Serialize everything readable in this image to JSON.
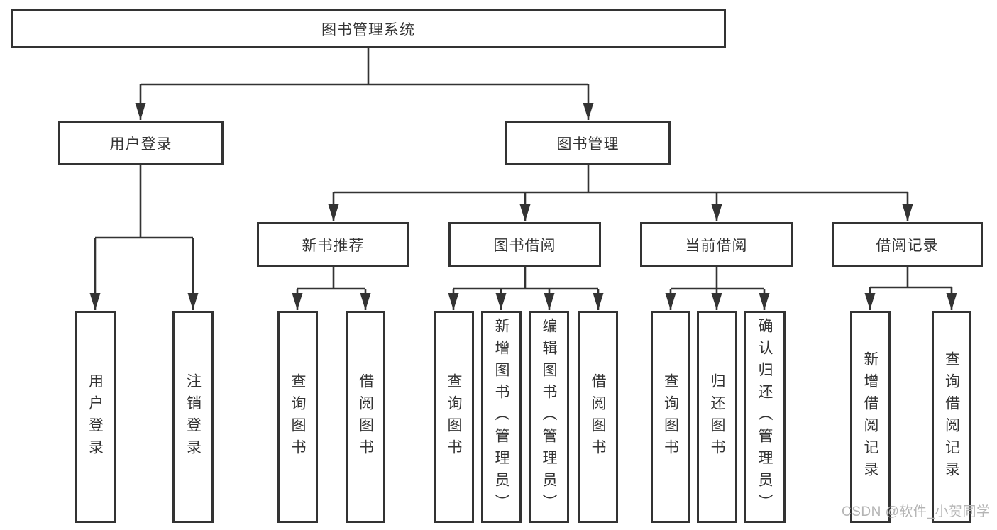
{
  "diagram": {
    "root": {
      "label": "图书管理系统",
      "children": [
        {
          "label": "用户登录",
          "children": [
            {
              "label": "用户登录"
            },
            {
              "label": "注销登录"
            }
          ]
        },
        {
          "label": "图书管理",
          "children": [
            {
              "label": "新书推荐",
              "children": [
                {
                  "label": "查询图书"
                },
                {
                  "label": "借阅图书"
                }
              ]
            },
            {
              "label": "图书借阅",
              "children": [
                {
                  "label": "查询图书"
                },
                {
                  "label": "新增图书（管理员）"
                },
                {
                  "label": "编辑图书（管理员）"
                },
                {
                  "label": "借阅图书"
                }
              ]
            },
            {
              "label": "当前借阅",
              "children": [
                {
                  "label": "查询图书"
                },
                {
                  "label": "归还图书"
                },
                {
                  "label": "确认归还（管理员）"
                }
              ]
            },
            {
              "label": "借阅记录",
              "children": [
                {
                  "label": "新增借阅记录"
                },
                {
                  "label": "查询借阅记录"
                }
              ]
            }
          ]
        }
      ]
    },
    "watermark": "CSDN @软件_小贺同学",
    "colors": {
      "line": "#333333",
      "box_border": "#333333",
      "text": "#333333",
      "watermark": "#b4b4b4",
      "background": "#ffffff"
    }
  }
}
